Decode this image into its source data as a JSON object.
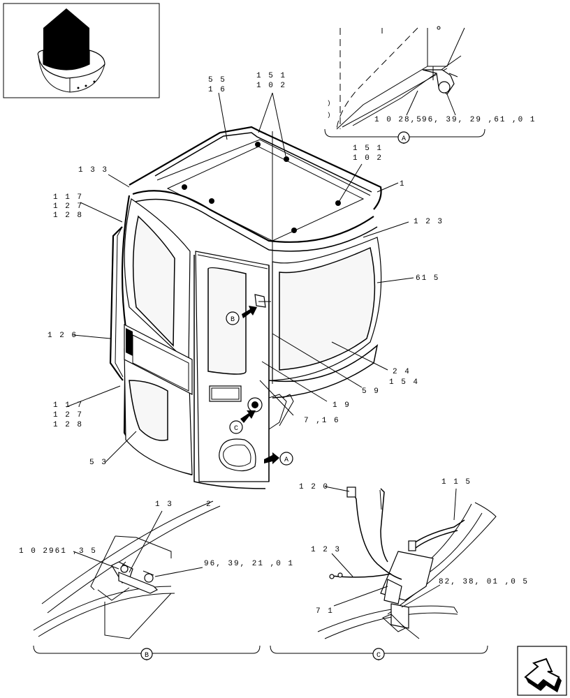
{
  "callouts": {
    "c55_16": [
      "5 5",
      "1 6"
    ],
    "c151_102_a": [
      "1 5 1",
      "1 0 2"
    ],
    "c151_102_b": [
      "1 5 1",
      "1 0 2"
    ],
    "c133": "1 3 3",
    "c117_a": [
      "1 1 7",
      "1 2 7",
      "1 2 8"
    ],
    "c1": "1",
    "c123_main": "1 2 3",
    "c615": "61 5",
    "c126": "1 2 6",
    "c24_154": [
      "2 4",
      "1 5 4"
    ],
    "c59": "5 9",
    "c19": "1 9",
    "c7_16": "7 ,1 6",
    "c117_b": [
      "1 1 7",
      "1 2 7",
      "1 2 8"
    ],
    "c53": "5 3",
    "detA_left": "1 0 28,5",
    "detA_right": "96, 39, 29 ,61 ,0 1",
    "detB_13": "1 3",
    "detB_2": "2",
    "detB_left": "1 0 2961 ,3 5",
    "detB_right": "96, 39, 21 ,0 1",
    "detC_120": "1 2 0",
    "detC_115": "1 1 5",
    "detC_123": "1 2 3",
    "detC_82": "82, 38, 01 ,0 5",
    "detC_71": "7 1"
  },
  "view_markers": {
    "A": "A",
    "B": "B",
    "C": "C"
  },
  "icons": {
    "thumbnail": "cab-thumbnail-icon",
    "nav": "navigation-arrow-icon"
  }
}
